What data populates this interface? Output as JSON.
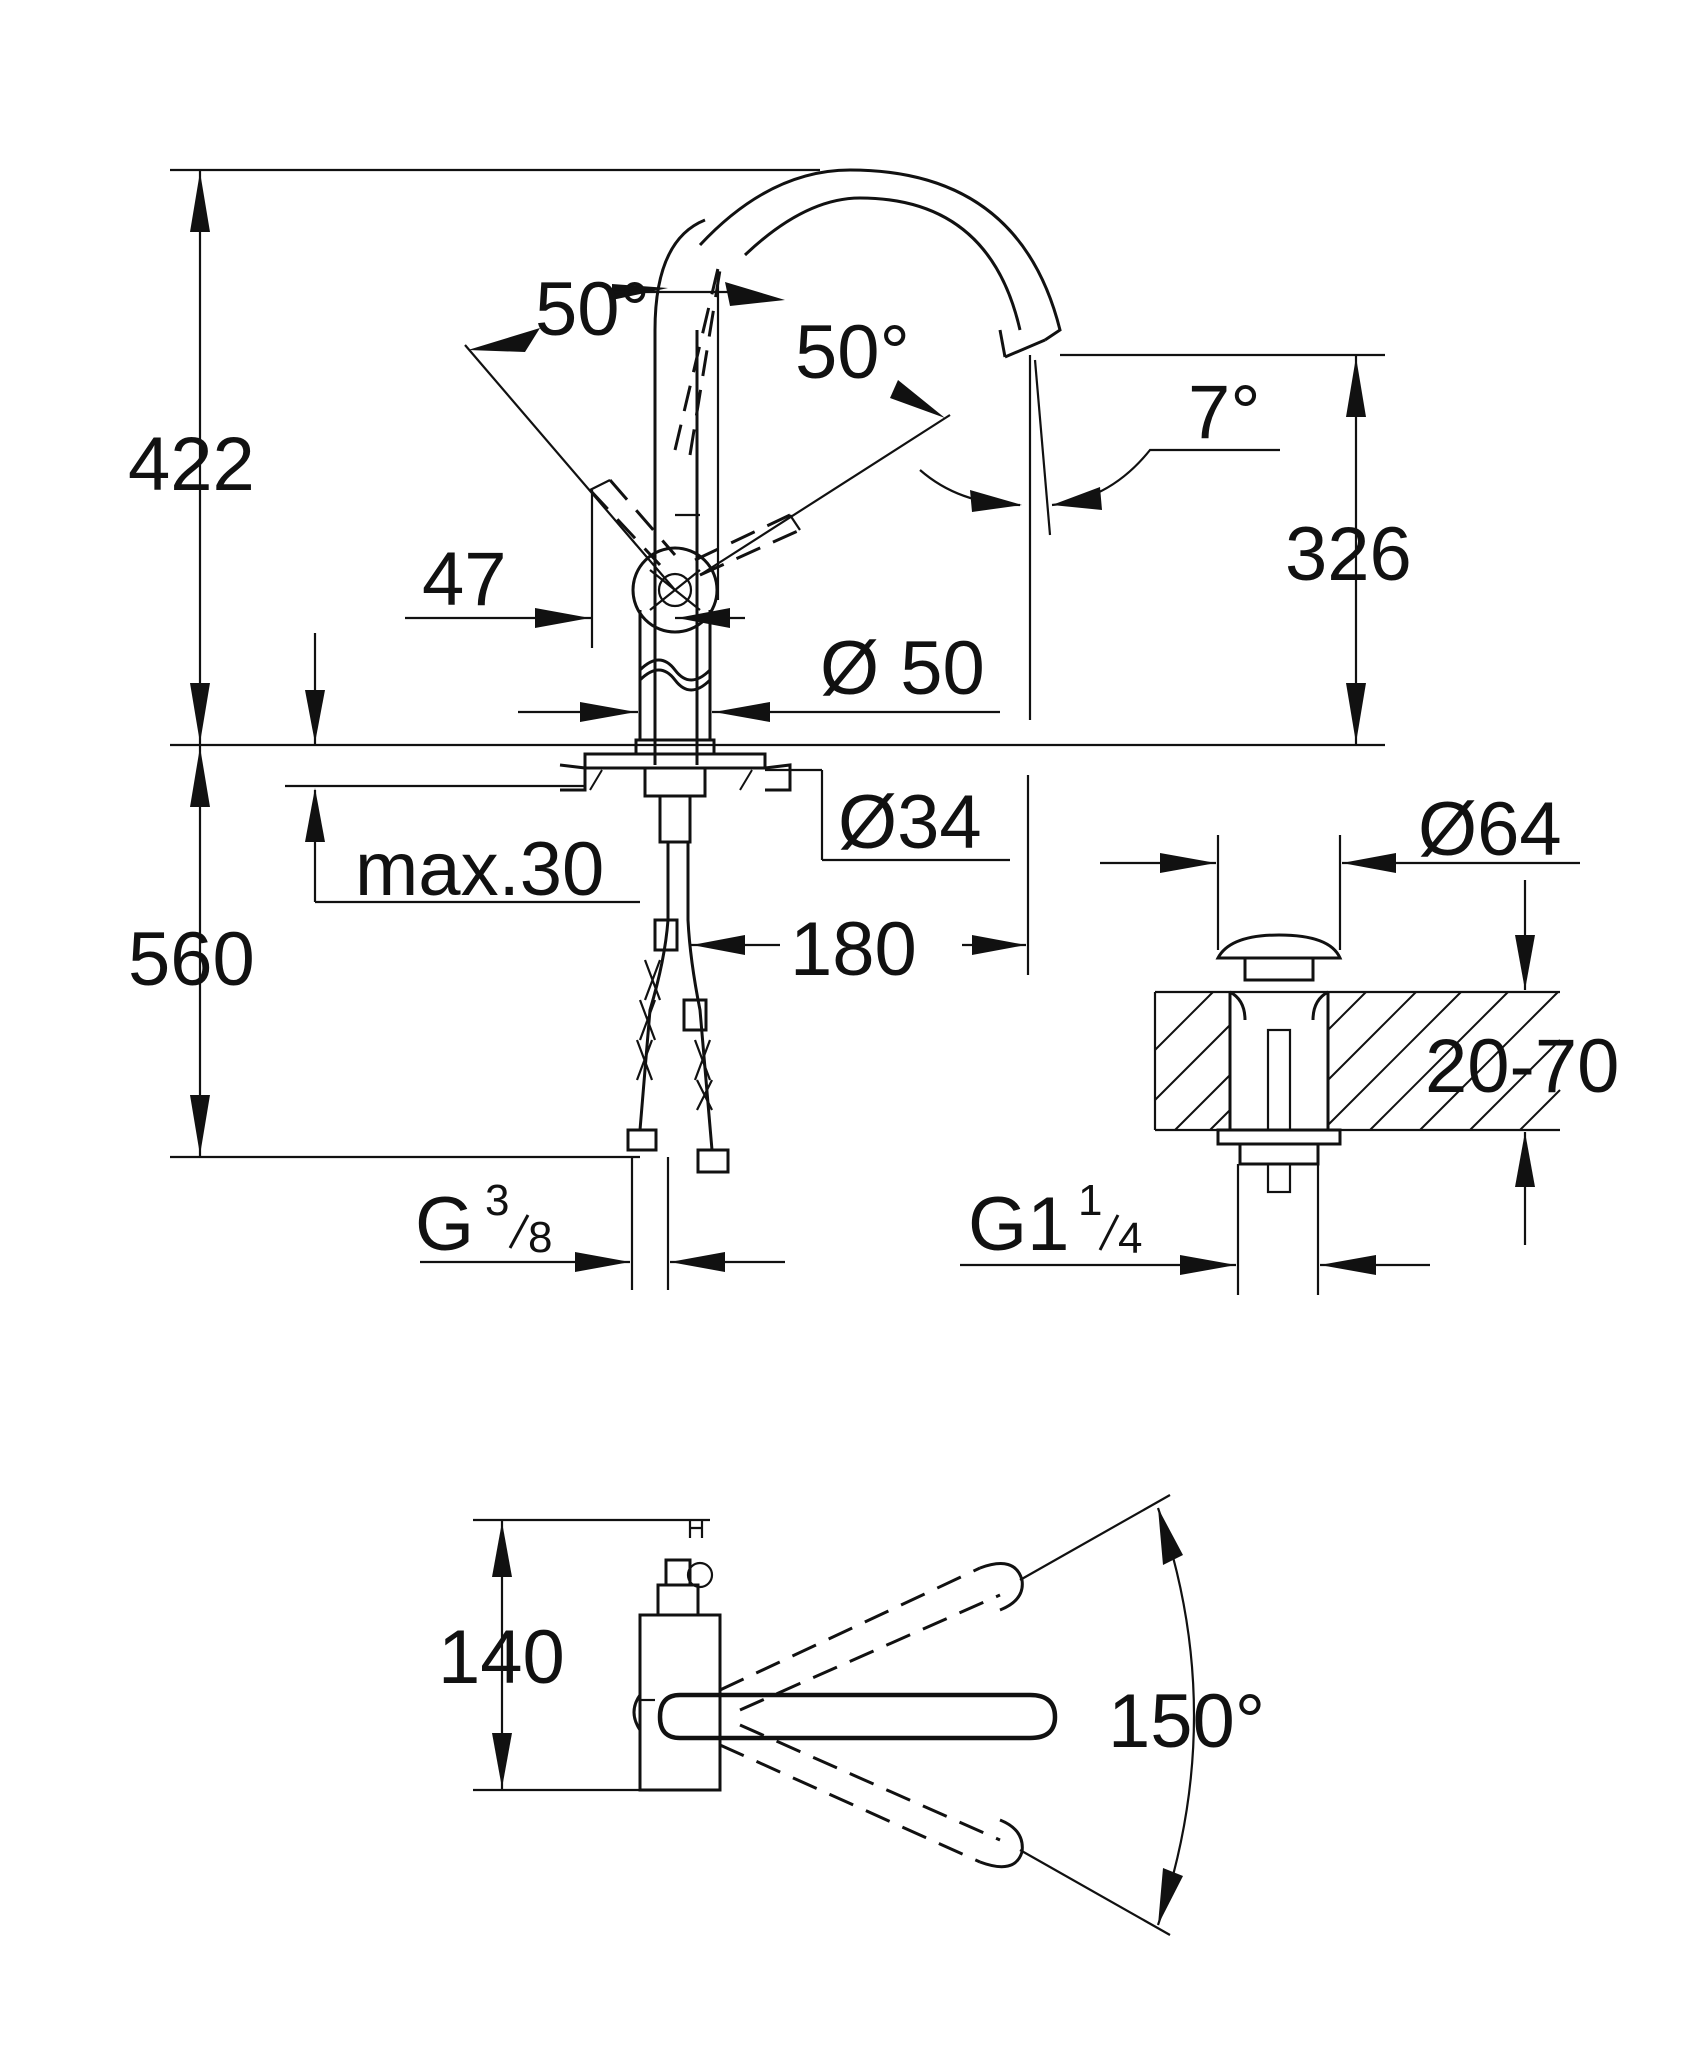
{
  "dimensions": {
    "height_total": "422",
    "height_spout": "326",
    "height_below_deck": "560",
    "angle_left": "50°",
    "angle_right": "50°",
    "angle_spout": "7°",
    "lever_offset": "47",
    "body_diameter": "Ø 50",
    "hole_diameter": "Ø34",
    "deck_thickness": "max.30",
    "hose_offset": "180",
    "inlet_thread_main": "G",
    "inlet_thread_num": "3",
    "inlet_thread_den": "8",
    "waste_diameter": "Ø64",
    "waste_range": "20-70",
    "waste_thread_main": "G1",
    "waste_thread_num": "1",
    "waste_thread_den": "4",
    "depth": "140",
    "swivel_angle": "150°"
  }
}
